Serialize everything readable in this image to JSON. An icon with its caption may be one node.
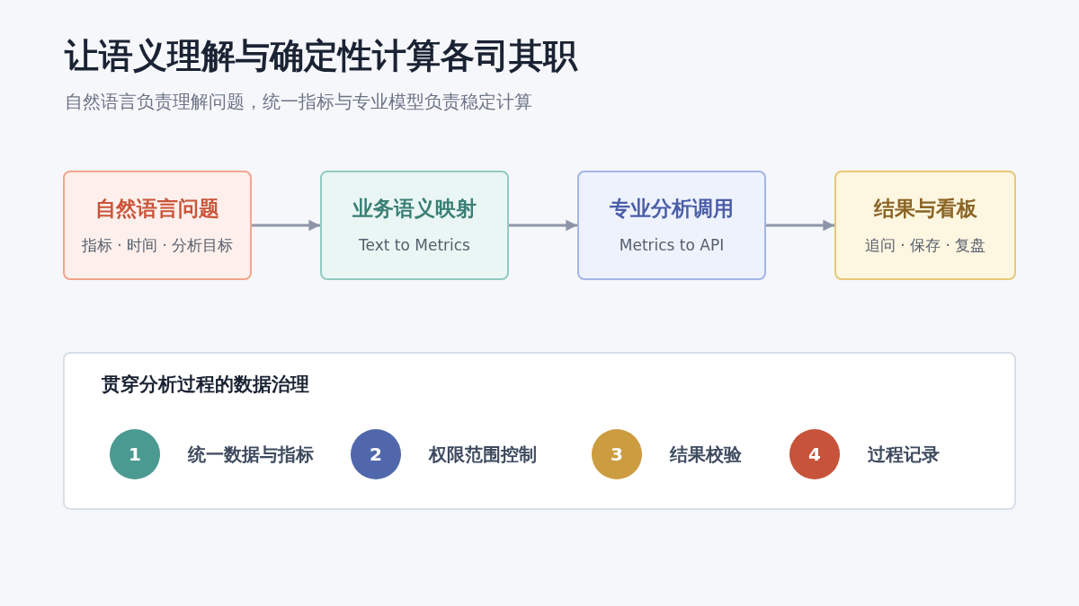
{
  "diagram": {
    "title": "让语义理解与确定性计算各司其职",
    "nodes": [
      {
        "text": [
          "自然语言问题",
          "指标 · 时间 · 分析目标"
        ]
      },
      {
        "text": [
          "业务语义映射",
          "Text to Metrics"
        ]
      },
      {
        "text": [
          "专业分析调用",
          "Metrics to API"
        ]
      },
      {
        "text": [
          "结果与看板",
          "追问 · 保存 · 复盘"
        ]
      },
      {
        "text": [
          "贯穿分析过程的数据治理"
        ]
      },
      {
        "text": [
          "1"
        ],
        "in": 4,
        "beside": [
          "统一数据与指标"
        ]
      },
      {
        "text": [
          "2"
        ],
        "in": 4,
        "beside": [
          "权限范围控制"
        ]
      },
      {
        "text": [
          "3"
        ],
        "in": 4,
        "beside": [
          "结果校验"
        ]
      },
      {
        "text": [
          "4"
        ],
        "in": 4,
        "beside": [
          "过程记录"
        ]
      }
    ],
    "edges": [
      {
        "from": 0,
        "to": 1,
        "arrow": "to"
      },
      {
        "from": 1,
        "to": 2,
        "arrow": "to"
      },
      {
        "from": 2,
        "to": 3,
        "arrow": "to"
      }
    ],
    "labels": [
      "自然语言负责理解问题，统一指标与专业模型负责稳定计算"
    ]
  }
}
